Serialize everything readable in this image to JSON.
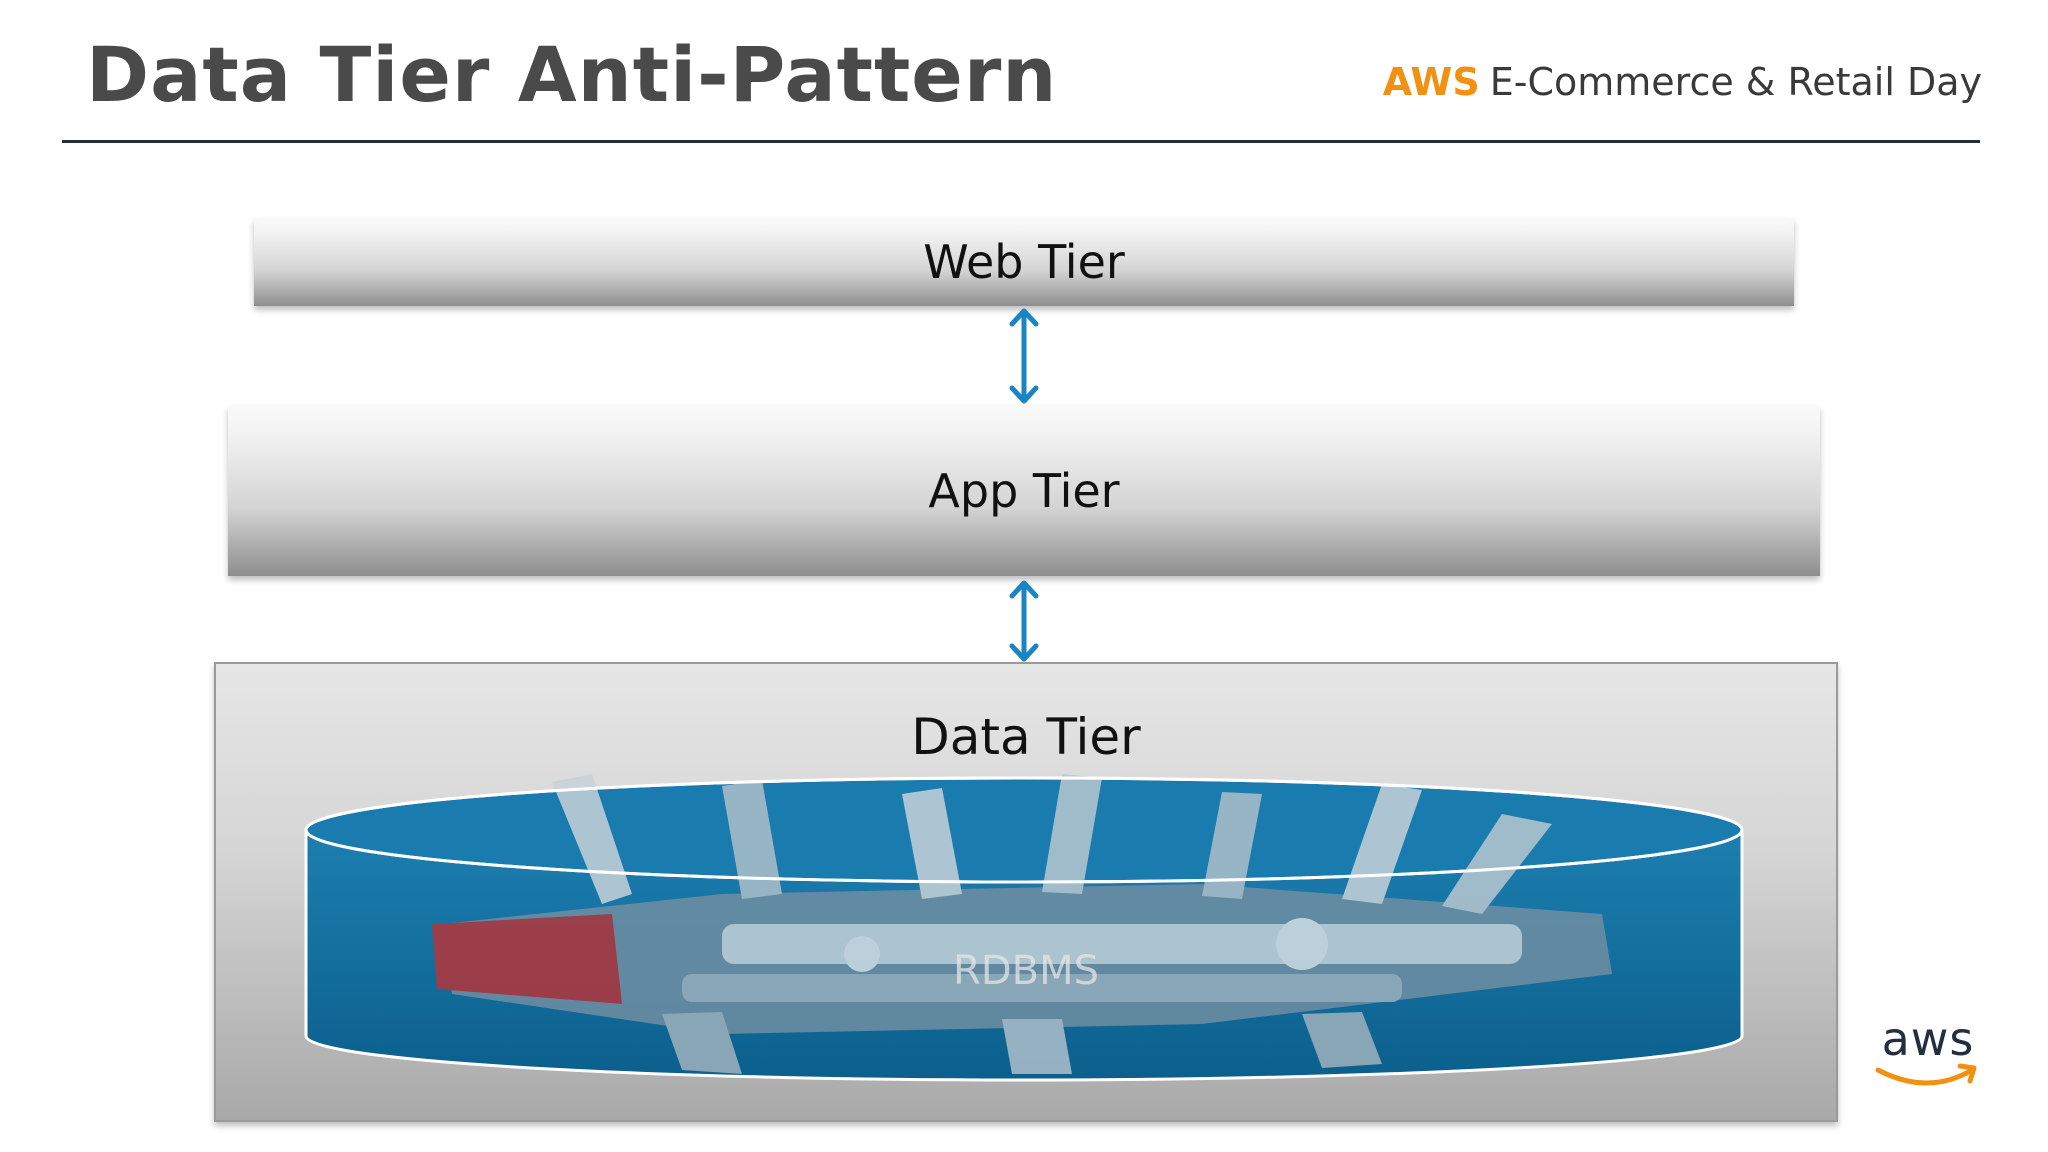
{
  "header": {
    "title": "Data Tier Anti-Pattern",
    "brand_aws": "AWS",
    "brand_event": "E-Commerce & Retail Day"
  },
  "diagram": {
    "tiers": [
      {
        "label": "Web Tier"
      },
      {
        "label": "App Tier"
      },
      {
        "label": "Data Tier"
      }
    ],
    "database_label": "RDBMS"
  },
  "footer": {
    "logo_text": "aws"
  },
  "colors": {
    "aws_orange": "#f29111",
    "arrow_blue": "#1a84c4",
    "database_blue": "#0e6a99",
    "title_gray": "#4a4a4a",
    "rule_dark": "#232f3e"
  },
  "icons": {
    "arrows": "double-headed-arrow-icon",
    "database": "database-cylinder-icon",
    "tools": "multitool-knife-illustration"
  }
}
